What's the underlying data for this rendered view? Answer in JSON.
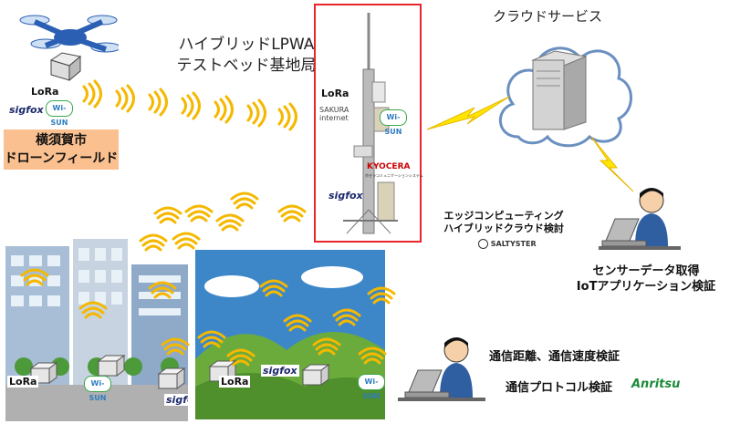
{
  "drone_area": {
    "logos": {
      "lora": "LoRa",
      "sigfox": "sigfox",
      "wisun": "Wi-SUN"
    },
    "label": [
      "横須賀市",
      "ドローンフィールド"
    ]
  },
  "testbed": {
    "title_line1": "ハイブリッドLPWA",
    "title_line2": "テストベッド基地局",
    "logos": {
      "lora": "LoRa",
      "sakura_line1": "SAKURA",
      "sakura_line2": "internet",
      "wisun": "Wi-SUN",
      "kyocera": "KYOCERA",
      "kyocera_sub": "京セラコミュニケーションシステム",
      "sigfox": "sigfox"
    }
  },
  "cloud": {
    "title": "クラウドサービス"
  },
  "edge": {
    "line1": "エッジコンピューティング",
    "line2": "ハイブリッドクラウド検討",
    "company": "SALTYSTER"
  },
  "sensor_label": {
    "line1": "センサーデータ取得",
    "line2": "IoTアプリケーション検証"
  },
  "comm": {
    "line1": "通信距離、通信速度検証",
    "line2": "通信プロトコル検証",
    "brand": "Anritsu"
  },
  "ground_logos": {
    "lora_city": "LoRa",
    "wisun_city": "Wi-SUN",
    "sigfox_city": "sigfox",
    "lora_field": "LoRa",
    "sigfox_field": "sigfox",
    "wisun_field": "Wi-SUN"
  },
  "colors": {
    "frame_red": "#e8262d",
    "label_orange": "#fac090",
    "wave": "#f5b800",
    "lightning": "#ffe500",
    "sky": "#3d87c9",
    "hill_green": "#6aab3c"
  }
}
